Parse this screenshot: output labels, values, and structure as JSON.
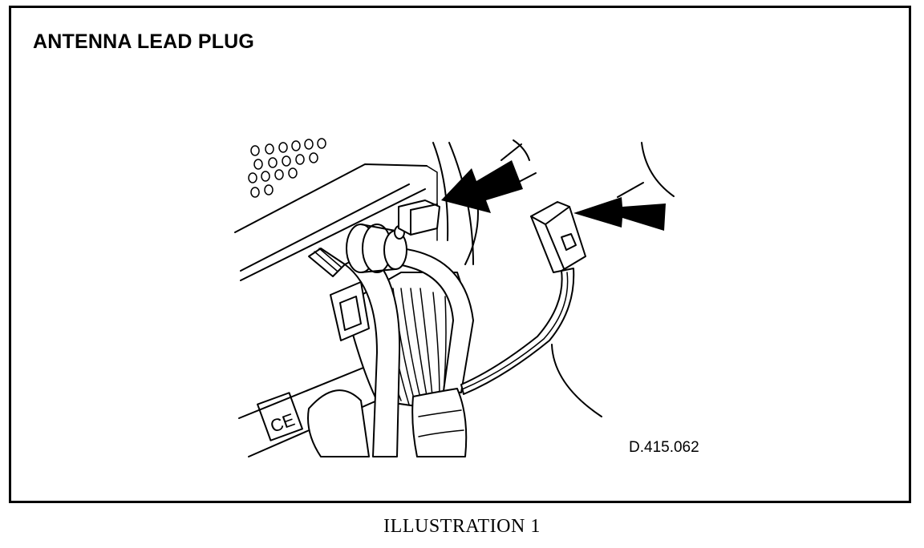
{
  "figure": {
    "title": "ANTENNA LEAD PLUG",
    "reference_code": "D.415.062",
    "caption": "ILLUSTRATION 1",
    "ce_mark": "CE"
  }
}
